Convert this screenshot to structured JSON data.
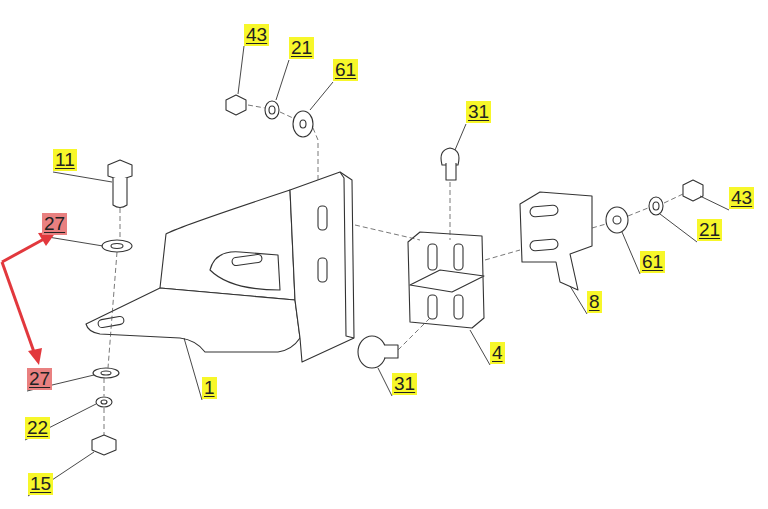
{
  "diagram": {
    "labels": [
      "43",
      "21",
      "61",
      "31",
      "11",
      "27",
      "1",
      "4",
      "8",
      "61",
      "21",
      "43",
      "27",
      "31",
      "22",
      "15"
    ]
  }
}
